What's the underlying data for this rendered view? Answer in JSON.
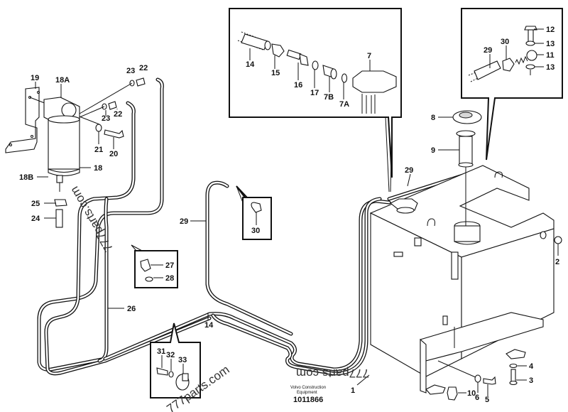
{
  "diagram": {
    "title_block": {
      "manufacturer_line1": "Volvo Construction",
      "manufacturer_line2": "Equipment",
      "document_number": "1011866"
    },
    "watermarks": [
      "777parts.com",
      "777parts.com",
      "777parts.com"
    ],
    "callouts": {
      "p1": "1",
      "p2": "2",
      "p3": "3",
      "p4": "4",
      "p5": "5",
      "p6": "6",
      "p7": "7",
      "p7a": "7A",
      "p7b": "7B",
      "p8": "8",
      "p9": "9",
      "p10": "10",
      "p11": "11",
      "p12": "12",
      "p13a": "13",
      "p13b": "13",
      "p14_detail": "14",
      "p14_main": "14",
      "p15": "15",
      "p16": "16",
      "p17": "17",
      "p18": "18",
      "p18a": "18A",
      "p18b": "18B",
      "p19": "19",
      "p20": "20",
      "p21": "21",
      "p22a": "22",
      "p22b": "22",
      "p23a": "23",
      "p23b": "23",
      "p24": "24",
      "p25": "25",
      "p26": "26",
      "p27": "27",
      "p28": "28",
      "p29_detail": "29",
      "p29_main": "29",
      "p29_tank": "29",
      "p30_detail": "30",
      "p30_inset": "30",
      "p31": "31",
      "p32": "32",
      "p33": "33"
    },
    "detail_views": [
      {
        "id": "fuel-sender-connection",
        "parts": [
          "14",
          "15",
          "16",
          "17",
          "7B",
          "7A",
          "7"
        ]
      },
      {
        "id": "banjo-connection",
        "parts": [
          "29",
          "30",
          "12",
          "13",
          "11",
          "13"
        ]
      },
      {
        "id": "clip-30",
        "parts": [
          "30"
        ]
      },
      {
        "id": "nipple-27-28",
        "parts": [
          "27",
          "28"
        ]
      },
      {
        "id": "clamp-31-33",
        "parts": [
          "31",
          "32",
          "33"
        ]
      }
    ]
  }
}
